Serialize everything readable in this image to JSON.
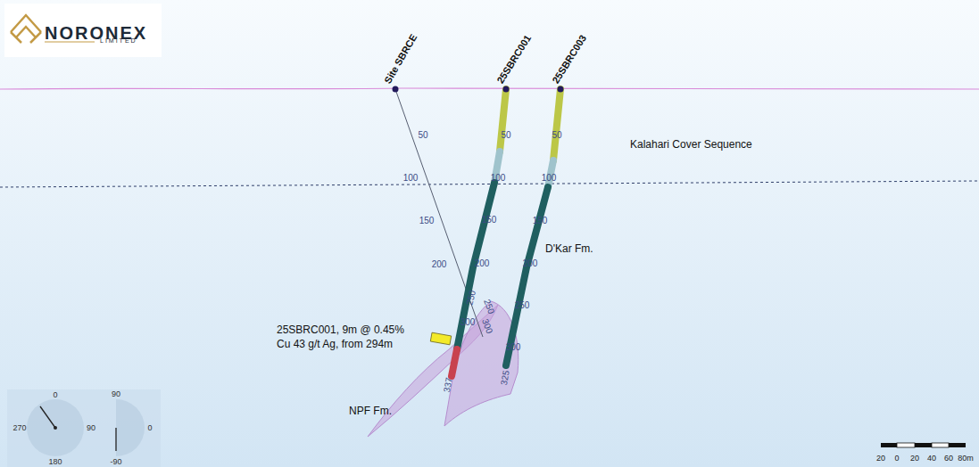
{
  "diagram": {
    "labels": [
      "NORONEX",
      "LIMITED",
      "Site SBRCE",
      "25SBRC001",
      "25SBRC003",
      "Kalahari Cover Sequence",
      "D'Kar Fm.",
      "NPF Fm.",
      "25SBRC001, 9m @ 0.45% Cu 43 g/t Ag, from 294m",
      "50",
      "100",
      "150",
      "200",
      "250",
      "300",
      "50",
      "100",
      "150",
      "200",
      "250",
      "300",
      "337",
      "50",
      "100",
      "150",
      "200",
      "250",
      "300",
      "325",
      "0",
      "270",
      "90",
      "180",
      "90",
      "0",
      "-90",
      "20",
      "0",
      "20",
      "40",
      "60",
      "80m"
    ]
  }
}
